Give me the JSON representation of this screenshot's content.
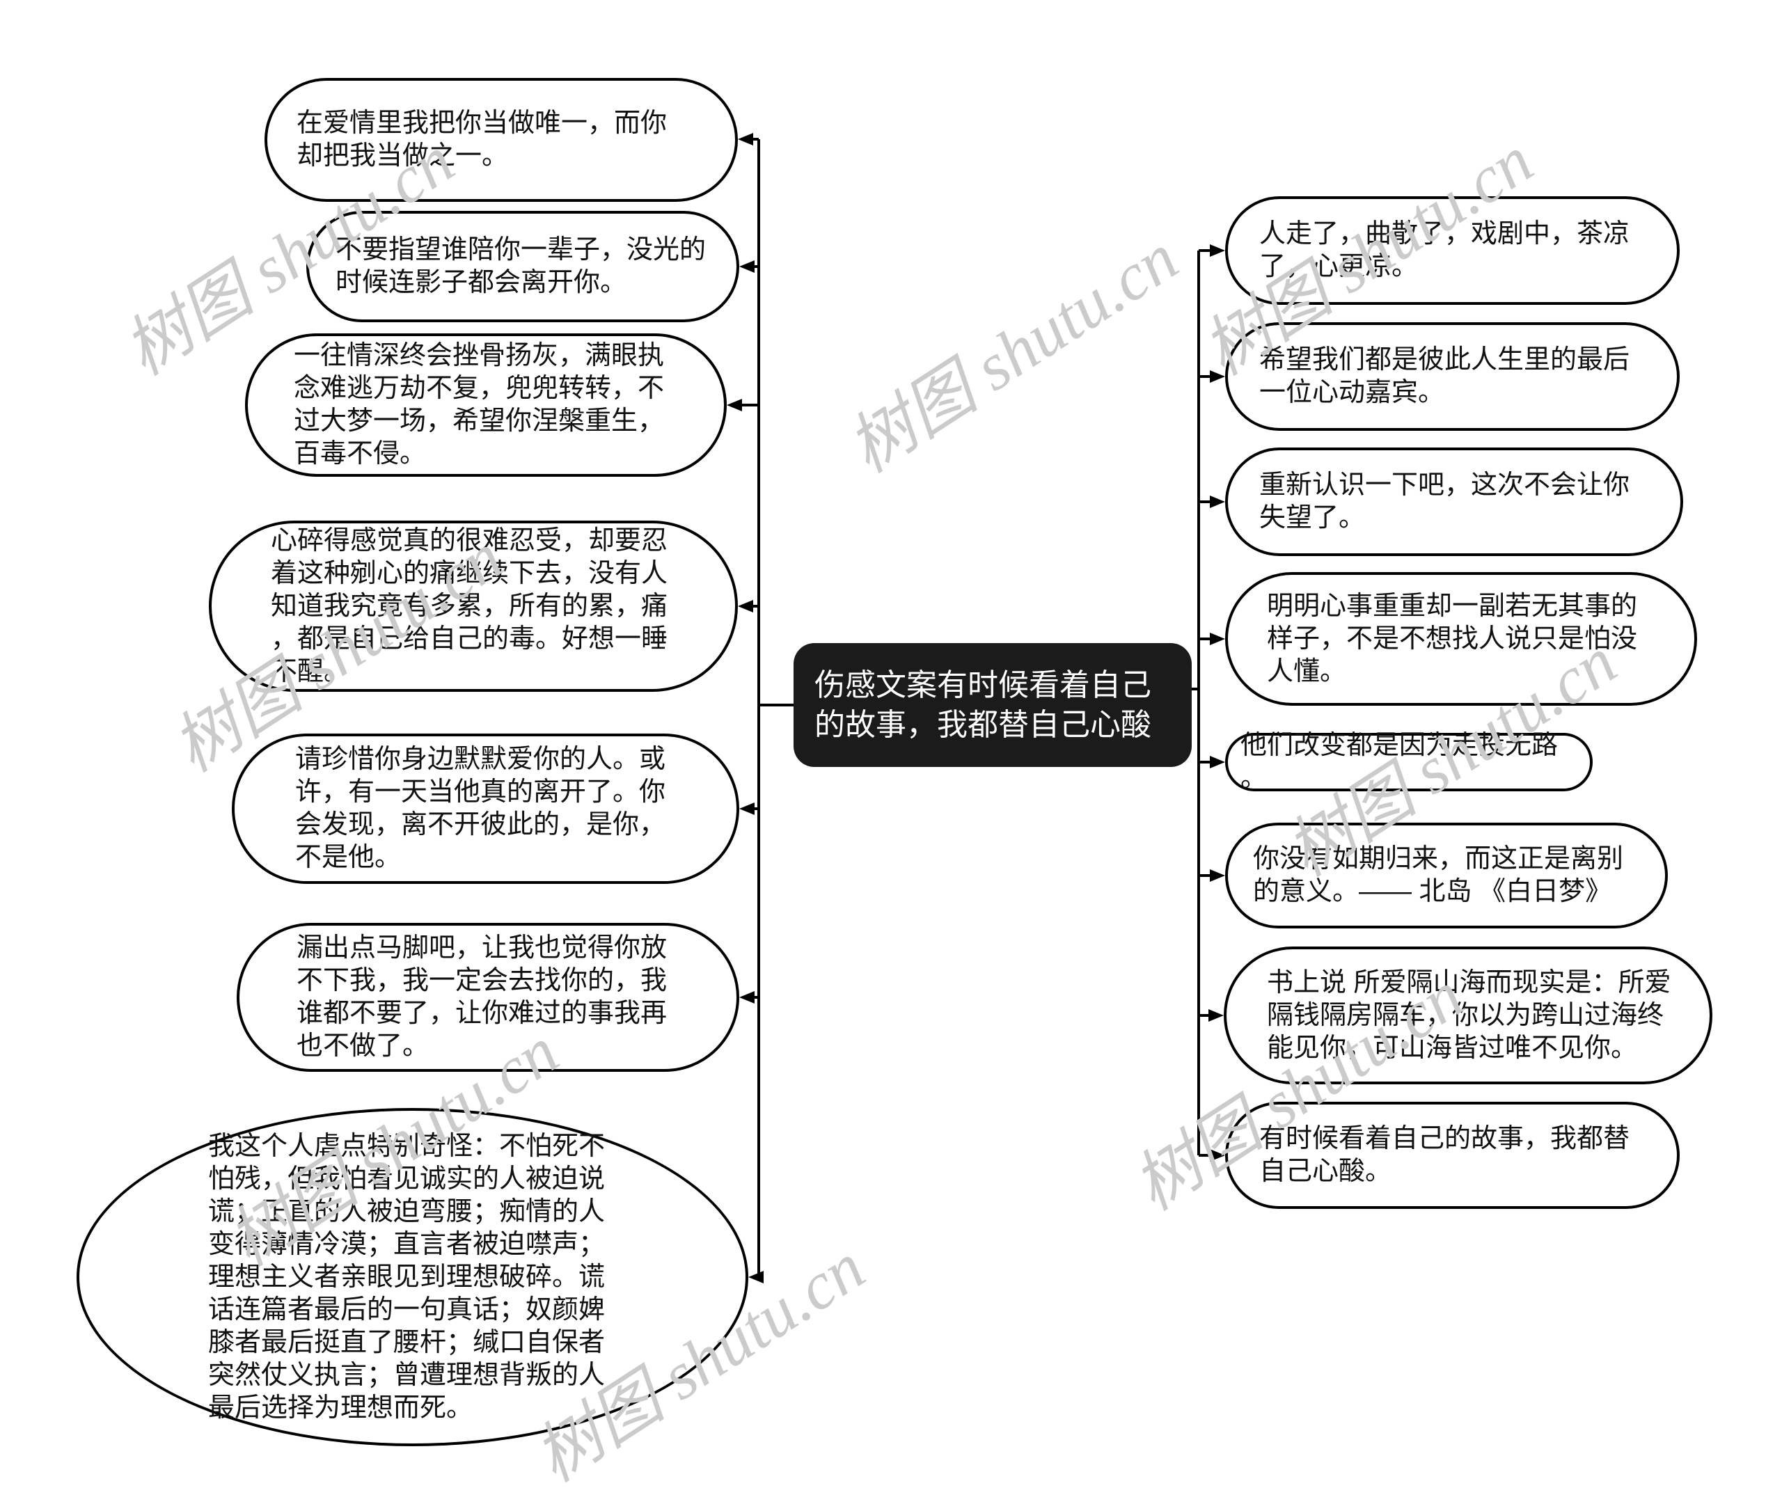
{
  "central_node": {
    "text": "伤感文案有时候看着自己的故事，我都替自己心酸"
  },
  "left_branch": {
    "nodes": [
      {
        "text": "在爱情里我把你当做唯一，而你却把我当做之一。"
      },
      {
        "text": "不要指望谁陪你一辈子，没光的时候连影子都会离开你。"
      },
      {
        "text": "一往情深终会挫骨扬灰，满眼执念难逃万劫不复，兜兜转转，不过大梦一场，希望你涅槃重生，百毒不侵。"
      },
      {
        "text": "心碎得感觉真的很难忍受，却要忍着这种剜心的痛继续下去，没有人知道我究竟有多累，所有的累，痛，都是自己给自己的毒。好想一睡不醒。"
      },
      {
        "text": "请珍惜你身边默默爱你的人。或许，有一天当他真的离开了。你会发现，离不开彼此的，是你，不是他。"
      },
      {
        "text": "漏出点马脚吧，让我也觉得你放不下我，我一定会去找你的，我谁都不要了，让你难过的事我再也不做了。"
      },
      {
        "text": "我这个人虐点特别奇怪：不怕死不怕残，但我怕看见诚实的人被迫说谎；正直的人被迫弯腰；痴情的人变得薄情冷漠；直言者被迫噤声；理想主义者亲眼见到理想破碎。谎话连篇者最后的一句真话；奴颜婢膝者最后挺直了腰杆；缄口自保者突然仗义执言；曾遭理想背叛的人最后选择为理想而死。"
      }
    ]
  },
  "right_branch": {
    "nodes": [
      {
        "text": "人走了，曲散了，戏剧中，茶凉了，心更凉。"
      },
      {
        "text": "希望我们都是彼此人生里的最后一位心动嘉宾。"
      },
      {
        "text": "重新认识一下吧，这次不会让你失望了。"
      },
      {
        "text": "明明心事重重却一副若无其事的样子，不是不想找人说只是怕没人懂。"
      },
      {
        "text": "他们改变都是因为走投无路。"
      },
      {
        "text": "你没有如期归来，而这正是离别的意义。—— 北岛 《白日梦》"
      },
      {
        "text": "书上说 所爱隔山海而现实是：所爱隔钱隔房隔车，你以为跨山过海终能见你，可山海皆过唯不见你。"
      },
      {
        "text": "有时候看着自己的故事，我都替自己心酸。"
      }
    ]
  },
  "watermark": {
    "text": "树图 shutu.cn",
    "color": "#cbcbcb"
  },
  "colors": {
    "background": "#ffffff",
    "node_border": "#000000",
    "node_text": "#111111",
    "central_background": "#1b1b1b",
    "central_text": "#ffffff",
    "connector": "#000000"
  }
}
